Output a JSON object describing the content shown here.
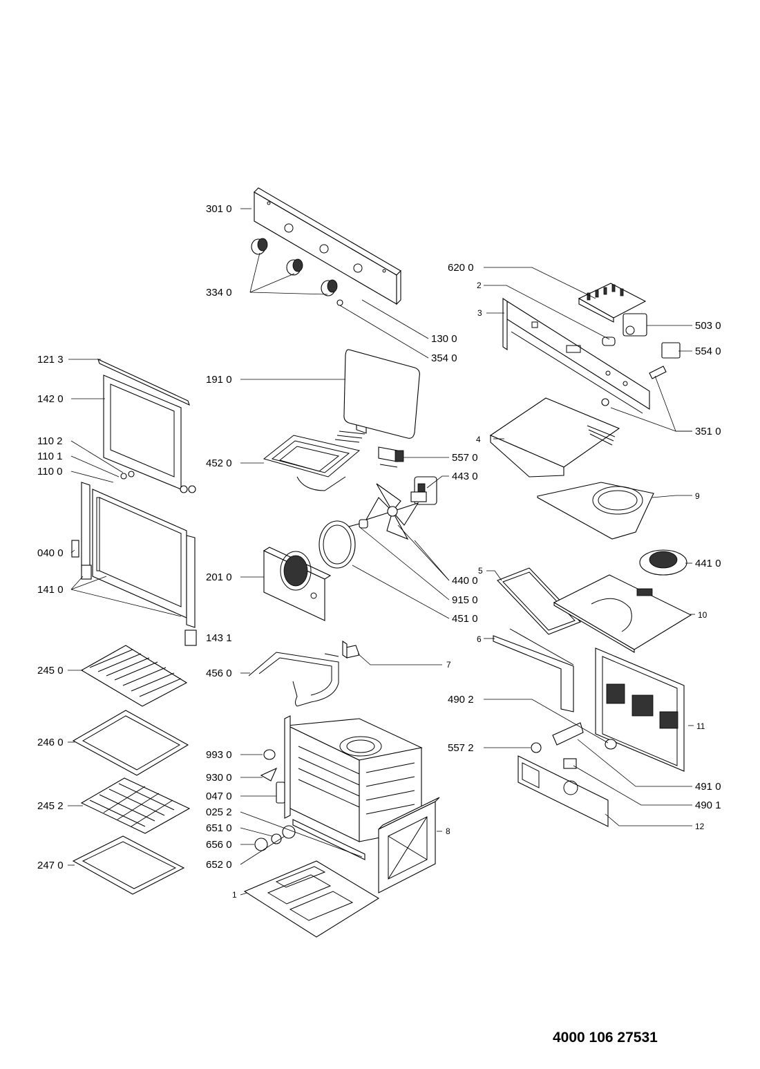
{
  "document_number": "4000 106 27531",
  "part_labels": {
    "p301_0": "301 0",
    "p334_0": "334 0",
    "p130_0": "130 0",
    "p354_0": "354 0",
    "p620_0": "620 0",
    "p2": "2",
    "p3": "3",
    "p503_0": "503 0",
    "p554_0": "554 0",
    "p351_0": "351 0",
    "p121_3": "121 3",
    "p142_0": "142 0",
    "p110_2": "110 2",
    "p110_1": "110 1",
    "p110_0": "110 0",
    "p040_0": "040 0",
    "p141_0": "141 0",
    "p143_1": "143 1",
    "p191_0": "191 0",
    "p452_0": "452 0",
    "p557_0": "557 0",
    "p443_0": "443 0",
    "p4": "4",
    "p9": "9",
    "p441_0": "441 0",
    "p440_0": "440 0",
    "p915_0": "915 0",
    "p451_0": "451 0",
    "p201_0": "201 0",
    "p5": "5",
    "p10": "10",
    "p6": "6",
    "p7": "7",
    "p456_0": "456 0",
    "p245_0": "245 0",
    "p490_2": "490 2",
    "p11": "11",
    "p246_0": "246 0",
    "p993_0": "993 0",
    "p557_2": "557 2",
    "p930_0": "930 0",
    "p047_0": "047 0",
    "p491_0": "491 0",
    "p490_1": "490 1",
    "p245_2": "245 2",
    "p025_2": "025 2",
    "p651_0": "651 0",
    "p8": "8",
    "p12": "12",
    "p656_0": "656 0",
    "p652_0": "652 0",
    "p247_0": "247 0",
    "p1": "1"
  }
}
